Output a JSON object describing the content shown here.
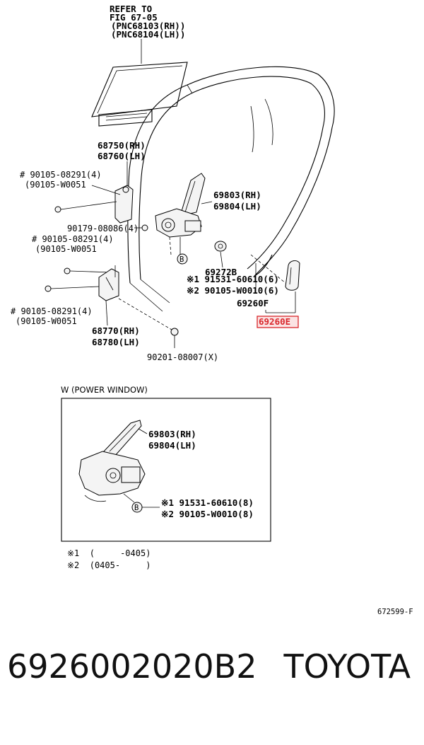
{
  "diagram": {
    "refer": {
      "line1": "REFER TO",
      "line2": "FIG 67-05",
      "line3": "(PNC68103(RH))",
      "line4": "(PNC68104(LH))"
    },
    "labels": {
      "p68750": "68750(RH)",
      "p68760": "68760(LH)",
      "b1a": "# 90105-08291(4)",
      "b1b": "(90105-W0051",
      "p69803": "69803(RH)",
      "p69804": "69804(LH)",
      "p90179": "90179-08086(4)",
      "b2a": "# 90105-08291(4)",
      "b2b": "(90105-W0051",
      "p69272b": "69272B",
      "s1": "※1 91531-60610(6)",
      "s2": "※2 90105-W0010(6)",
      "p69260f": "69260F",
      "p69260e": "69260E",
      "b3a": "# 90105-08291(4)",
      "b3b": "(90105-W0051",
      "p68770": "68770(RH)",
      "p68780": "68780(LH)",
      "p90201": "90201-08007(X)",
      "b_mark": "B"
    },
    "inset": {
      "title": "W (POWER WINDOW)",
      "p69803": "69803(RH)",
      "p69804": "69804(LH)",
      "s1": "※1 91531-60610(8)",
      "s2": "※2 90105-W0010(8)",
      "b_mark": "B"
    },
    "notes": {
      "n1": "※1  (     -0405)",
      "n2": "※2  (0405-     )"
    },
    "figure_code": "672599-F",
    "highlight_color": "#d9262b"
  },
  "footer": {
    "part_number": "6926002020B2",
    "brand": "TOYOTA"
  }
}
